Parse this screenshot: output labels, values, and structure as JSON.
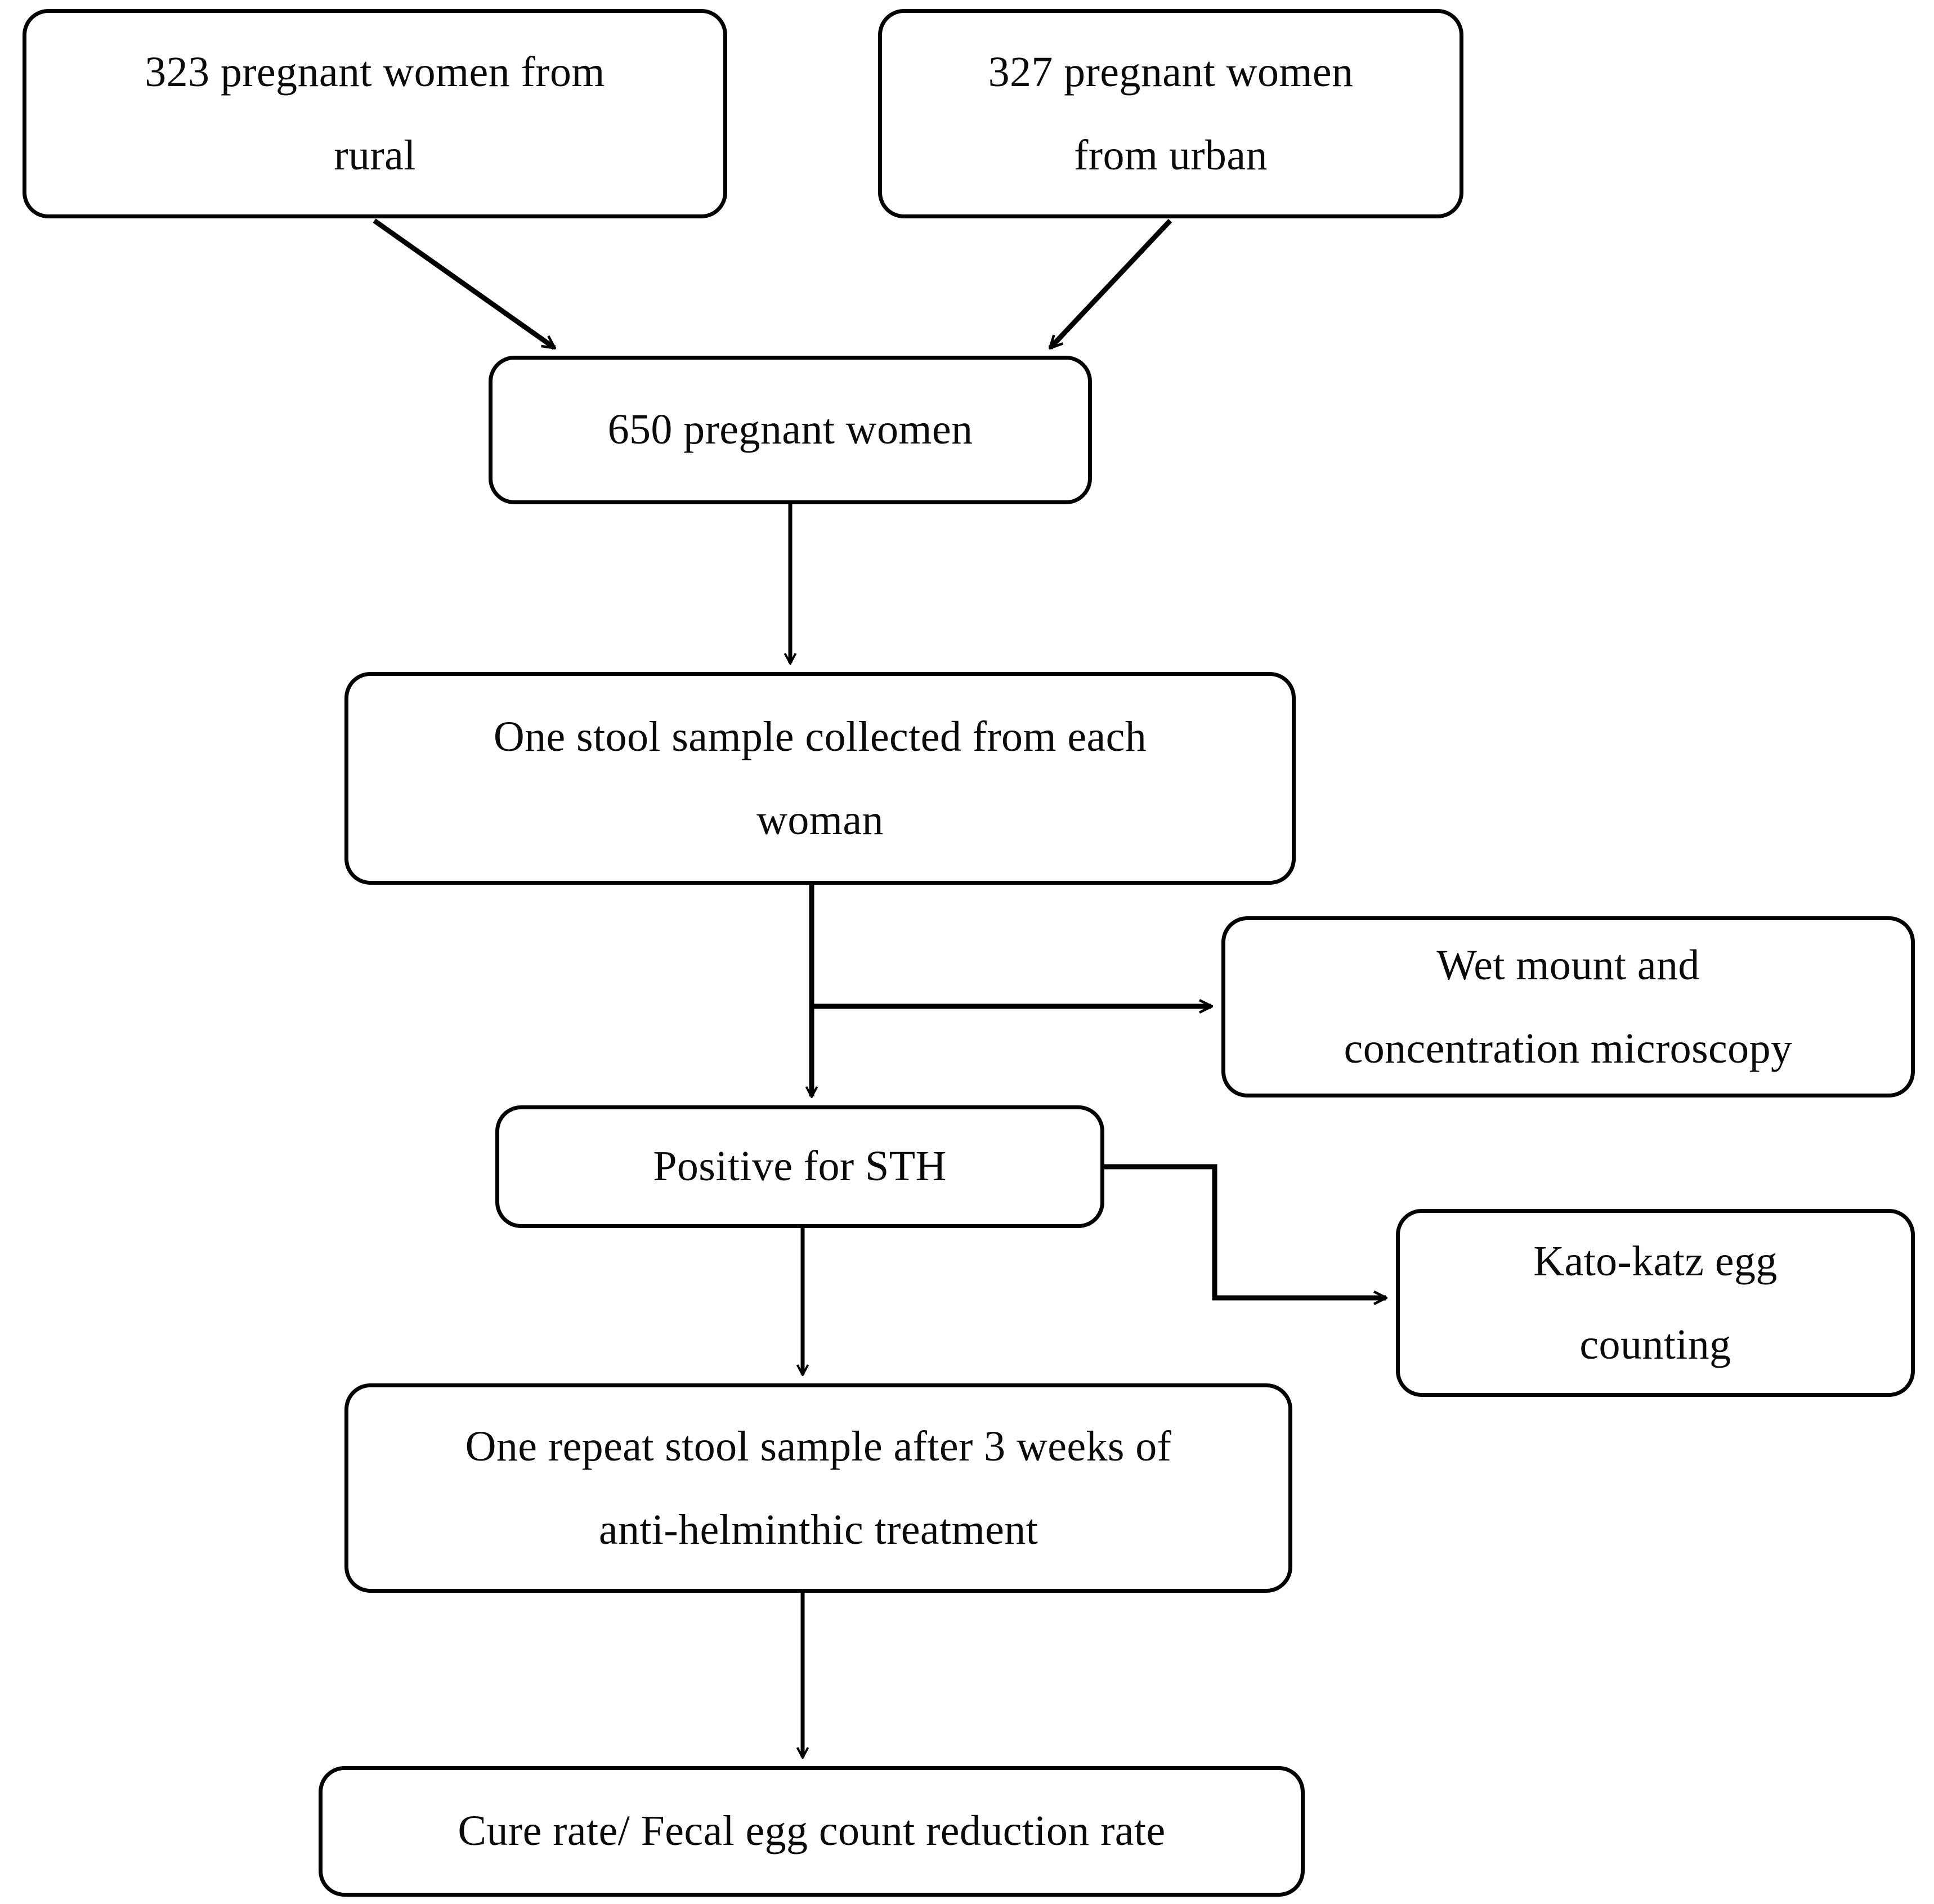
{
  "diagram": {
    "title": "Study flow diagram for soil-transmitted helminth survey in pregnant women",
    "type": "flowchart",
    "orientation": "top-to-bottom",
    "stroke_color": "#000000",
    "fill_color": "#ffffff",
    "text_color": "#0a0a0a",
    "nodes": [
      {
        "id": "rural",
        "label": "323 pregnant women from\nrural",
        "shape": "rounded-rectangle"
      },
      {
        "id": "urban",
        "label": "327 pregnant women\nfrom urban",
        "shape": "rounded-rectangle"
      },
      {
        "id": "total",
        "label": "650 pregnant women",
        "shape": "rounded-rectangle"
      },
      {
        "id": "stool",
        "label": "One stool sample collected from each\nwoman",
        "shape": "rounded-rectangle"
      },
      {
        "id": "wetmount",
        "label": "Wet mount and\nconcentration microscopy",
        "shape": "rounded-rectangle"
      },
      {
        "id": "positive",
        "label": "Positive for STH",
        "shape": "rounded-rectangle"
      },
      {
        "id": "katokatz",
        "label": "Kato-katz egg\ncounting",
        "shape": "rounded-rectangle"
      },
      {
        "id": "repeat",
        "label": "One repeat stool sample after 3 weeks of\nanti-helminthic treatment",
        "shape": "rounded-rectangle"
      },
      {
        "id": "outcome",
        "label": "Cure rate/ Fecal egg count reduction rate",
        "shape": "rounded-rectangle"
      }
    ],
    "edges": [
      {
        "id": "e-rural-total",
        "from": "rural",
        "to": "total",
        "style": "diagonal-arrow"
      },
      {
        "id": "e-urban-total",
        "from": "urban",
        "to": "total",
        "style": "diagonal-arrow"
      },
      {
        "id": "e-total-stool",
        "from": "total",
        "to": "stool",
        "style": "straight-arrow"
      },
      {
        "id": "e-stool-wetmount",
        "from": "stool",
        "to": "wetmount",
        "style": "branch-right-arrow"
      },
      {
        "id": "e-stool-positive",
        "from": "stool",
        "to": "positive",
        "style": "straight-arrow"
      },
      {
        "id": "e-positive-katokatz",
        "from": "positive",
        "to": "katokatz",
        "style": "elbow-right-arrow"
      },
      {
        "id": "e-positive-repeat",
        "from": "positive",
        "to": "repeat",
        "style": "straight-arrow"
      },
      {
        "id": "e-repeat-outcome",
        "from": "repeat",
        "to": "outcome",
        "style": "straight-arrow"
      }
    ]
  },
  "chart_data": {
    "type": "diagram",
    "title": "Study flow diagram",
    "nodes": [
      "323 pregnant women from rural",
      "327 pregnant women from urban",
      "650 pregnant women",
      "One stool sample collected from each woman",
      "Wet mount and concentration microscopy",
      "Positive for STH",
      "Kato-katz egg counting",
      "One repeat stool sample after 3 weeks of anti-helminthic treatment",
      "Cure rate/ Fecal egg count reduction rate"
    ],
    "values": {
      "rural_participants": 323,
      "urban_participants": 327,
      "total_participants": 650,
      "repeat_sample_weeks": 3
    },
    "links": [
      [
        "323 pregnant women from rural",
        "650 pregnant women"
      ],
      [
        "327 pregnant women from urban",
        "650 pregnant women"
      ],
      [
        "650 pregnant women",
        "One stool sample collected from each woman"
      ],
      [
        "One stool sample collected from each woman",
        "Wet mount and concentration microscopy"
      ],
      [
        "One stool sample collected from each woman",
        "Positive for STH"
      ],
      [
        "Positive for STH",
        "Kato-katz egg counting"
      ],
      [
        "Positive for STH",
        "One repeat stool sample after 3 weeks of anti-helminthic treatment"
      ],
      [
        "One repeat stool sample after 3 weeks of anti-helminthic treatment",
        "Cure rate/ Fecal egg count reduction rate"
      ]
    ]
  }
}
